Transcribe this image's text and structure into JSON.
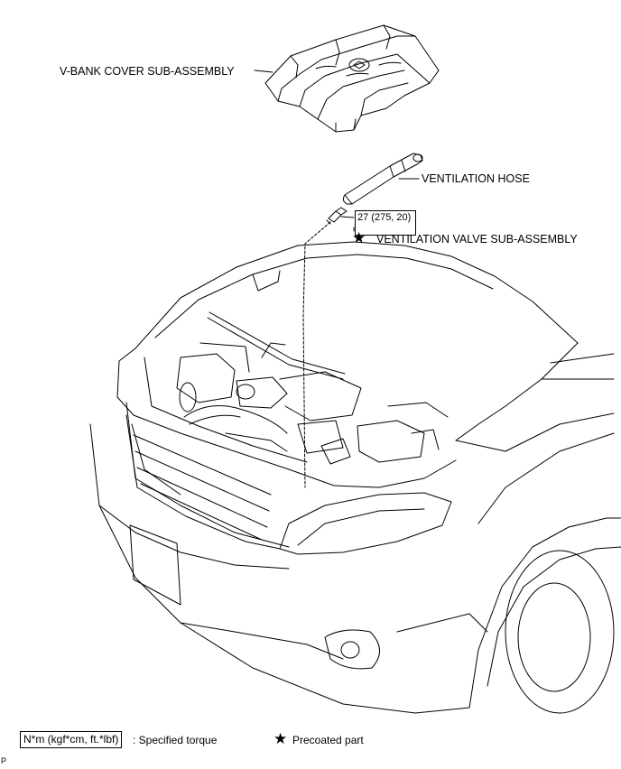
{
  "labels": {
    "vbank_cover": "V-BANK COVER SUB-ASSEMBLY",
    "ventilation_hose": "VENTILATION HOSE",
    "ventilation_valve": "VENTILATION VALVE SUB-ASSEMBLY",
    "torque_value": "27 (275, 20)"
  },
  "legend": {
    "torque_unit": "N*m (kgf*cm, ft.*lbf)",
    "torque_desc": ": Specified torque",
    "precoated_desc": "Precoated part"
  },
  "corner_mark": "P",
  "icons": {
    "star": "★"
  }
}
